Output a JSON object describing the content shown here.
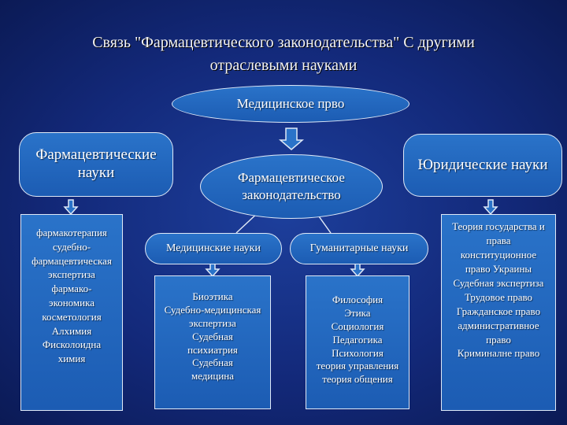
{
  "title": {
    "line1": "Связь \"Фармацевтического законодательства\" С другими",
    "line2": "отраслевыми науками"
  },
  "nodes": {
    "medical_law": "Медицинское прво",
    "pharm_sciences": "Фармацевтические науки",
    "legal_sciences": "Юридические науки",
    "pharm_legislation": "Фармацевтическое законодательство",
    "medical_sciences": "Медицинские науки",
    "humanities": "Гуманитарные науки"
  },
  "lists": {
    "pharm": [
      "фармакотерапия",
      "судебно-",
      "фармацевтическая",
      "экспертиза",
      "фармако-",
      "экономика",
      "косметология",
      "Алхимия",
      "Фисколоидна",
      "химия"
    ],
    "medical": [
      "Биоэтика",
      "Судебно-медицинская",
      "экспертиза",
      "Судебная",
      "психиатрия",
      "Судебная",
      "медицина"
    ],
    "humanities": [
      "Философия",
      "Этика",
      "Социология",
      "Педагогика",
      "Психология",
      "теория управления",
      "теория общения"
    ],
    "legal": [
      "Теория государства и",
      "права",
      "конституционное",
      "право Украины",
      "Судебная экспертиза",
      "Трудовое право",
      "Гражданское право",
      "административное",
      "право",
      "Криминалне право"
    ]
  },
  "colors": {
    "background": "#13297a",
    "box_fill": "#2a73c9",
    "box_border": "#dfe9f7",
    "text": "#ffffff"
  }
}
